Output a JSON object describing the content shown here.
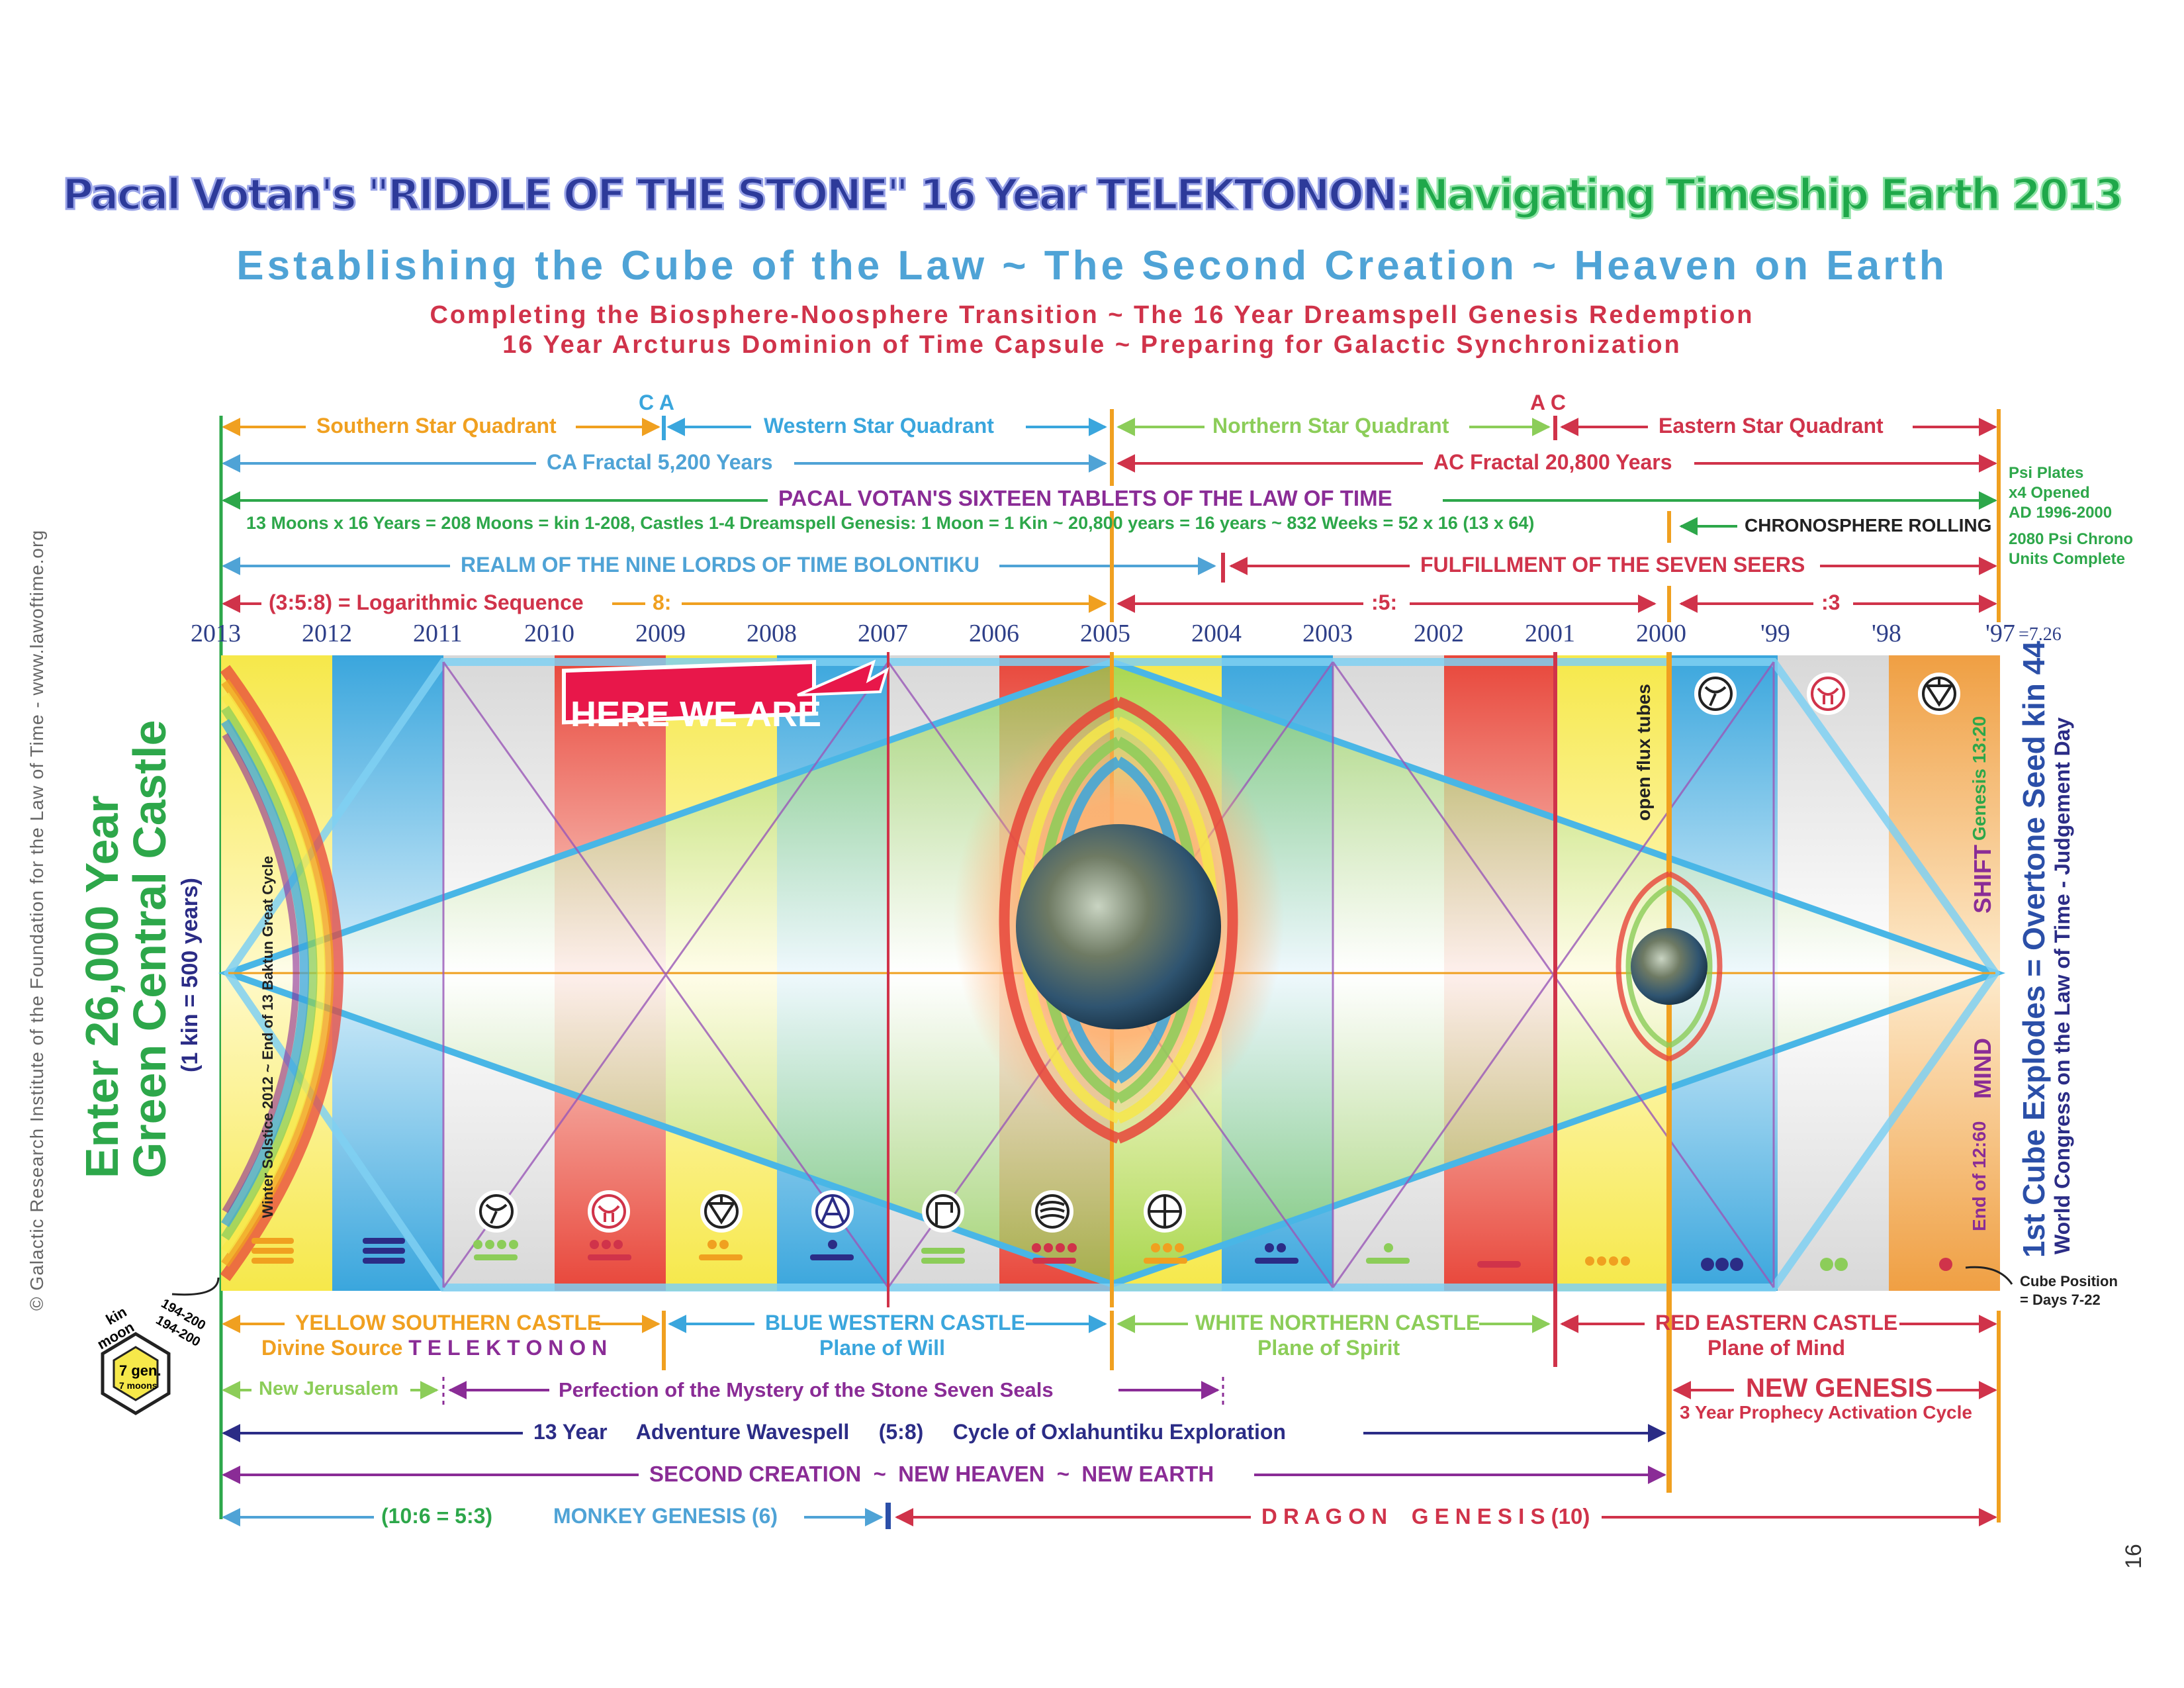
{
  "title": {
    "part1": "Pacal Votan's \"RIDDLE OF THE STONE\" 16 Year TELEKTONON:",
    "part2": "Navigating Timeship Earth 2013",
    "subtitle": "Establishing the Cube of the Law ~ The Second Creation ~ Heaven on Earth",
    "line2": "Completing the Biosphere-Noosphere Transition ~ The 16 Year Dreamspell Genesis Redemption",
    "line3": "16 Year Arcturus Dominion of Time Capsule ~ Preparing for Galactic Synchronization"
  },
  "top_rows": {
    "ca_marker": "C A",
    "ac_marker": "A C",
    "southern_quadrant": "Southern Star Quadrant",
    "western_quadrant": "Western Star Quadrant",
    "northern_quadrant": "Northern Star Quadrant",
    "eastern_quadrant": "Eastern Star Quadrant",
    "ca_fractal": "CA Fractal 5,200 Years",
    "ac_fractal": "AC Fractal 20,800 Years",
    "sixteen_tablets": "PACAL VOTAN'S SIXTEEN TABLETS OF THE LAW OF TIME",
    "moons_line": "13 Moons x 16 Years = 208 Moons = kin 1-208, Castles 1-4 Dreamspell Genesis: 1 Moon = 1 Kin ~ 20,800 years = 16 years ~ 832 Weeks = 52 x 16 (13 x 64)",
    "chronosphere": "CHRONOSPHERE ROLLING",
    "nine_lords": "REALM OF THE NINE LORDS OF TIME BOLONTIKU",
    "seven_seers": "FULFILLMENT OF THE SEVEN SEERS",
    "log_seq": "(3:5:8) = Logarithmic Sequence",
    "ratio8": "8:",
    "ratio5": ":5:",
    "ratio3": ":3",
    "psi_plates": [
      "Psi Plates",
      "x4 Opened",
      "AD 1996-2000"
    ],
    "psi_chrono": [
      "2080 Psi Chrono",
      "Units Complete"
    ]
  },
  "years": [
    "2013",
    "2012",
    "2011",
    "2010",
    "2009",
    "2008",
    "2007",
    "2006",
    "2005",
    "2004",
    "2003",
    "2002",
    "2001",
    "2000",
    "'99",
    "'98",
    "'97"
  ],
  "year_suffix": "=7.26",
  "center": {
    "here_we_are": "HERE WE ARE",
    "open_flux_tubes": "open flux tubes",
    "winter_solstice": "Winter Solstice 2012 ~ End of 13 Baktun Great Cycle",
    "genesis": "Genesis 13:20",
    "shift": "SHIFT",
    "mind": "MIND",
    "end_of": "End of 12:60"
  },
  "left_side": {
    "line1": "Enter 26,000 Year",
    "line2": "Green Central Castle",
    "line3": "(1 kin = 500 years)",
    "credit": "© Galactic Research Institute of the Foundation for the Law of Time - www.lawoftime.org",
    "badge_kin": "kin",
    "badge_moon": "moon",
    "badge_n1": "194-200",
    "badge_n2": "194-200",
    "badge_gen": "7 gen.",
    "badge_moons": "7 moons"
  },
  "right_side": {
    "line1": "1st Cube Explodes = Overtone Seed kin 44",
    "line2": "World Congress on the Law of Time - Judgement Day",
    "cube_position": [
      "Cube Position",
      "= Days 7-22"
    ]
  },
  "bottom_rows": {
    "yellow_castle": "YELLOW SOUTHERN CASTLE",
    "yellow_sub1": "Divine Source",
    "yellow_sub2": "T E L E K T O N O N",
    "blue_castle": "BLUE WESTERN CASTLE",
    "blue_sub": "Plane of  Will",
    "white_castle": "WHITE NORTHERN CASTLE",
    "white_sub": "Plane of Spirit",
    "red_castle": "RED EASTERN CASTLE",
    "red_sub": "Plane of Mind",
    "new_jerusalem": "New Jerusalem",
    "seven_seals": "Perfection of the Mystery of the Stone Seven Seals",
    "new_genesis": "NEW GENESIS",
    "prophecy": "3 Year Prophecy Activation Cycle",
    "wavespell": "13 Year     Adventure Wavespell     (5:8)     Cycle of Oxlahuntiku Exploration",
    "second_creation": "SECOND CREATION  ~  NEW HEAVEN  ~  NEW EARTH",
    "ratio": "(10:6 = 5:3)",
    "monkey": "MONKEY GENESIS (6)",
    "dragon": "D R A G O N    G E N E S I S (10)"
  },
  "page_number": "16",
  "colors": {
    "yellow": "#f6e84a",
    "blue": "#3aa6dd",
    "white": "#e9e9e9",
    "red": "#e8463a",
    "green": "#2da74a",
    "purple": "#8a2c96",
    "orange": "#f0a020",
    "navy": "#2b2c86"
  }
}
